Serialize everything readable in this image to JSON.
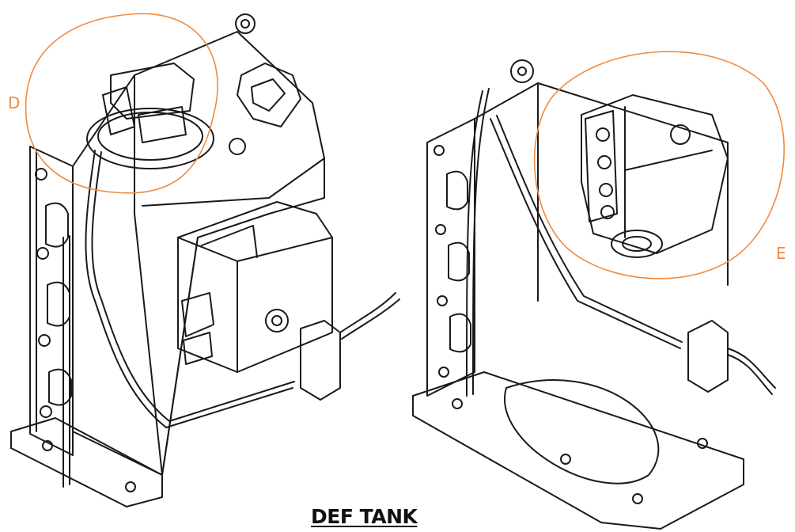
{
  "caption": "DEF TANK",
  "callouts": [
    {
      "id": "D",
      "label": "D"
    },
    {
      "id": "E",
      "label": "E"
    }
  ],
  "colors": {
    "callout": "#f08a40",
    "linework": "#1a1a1a",
    "background": "#ffffff"
  }
}
